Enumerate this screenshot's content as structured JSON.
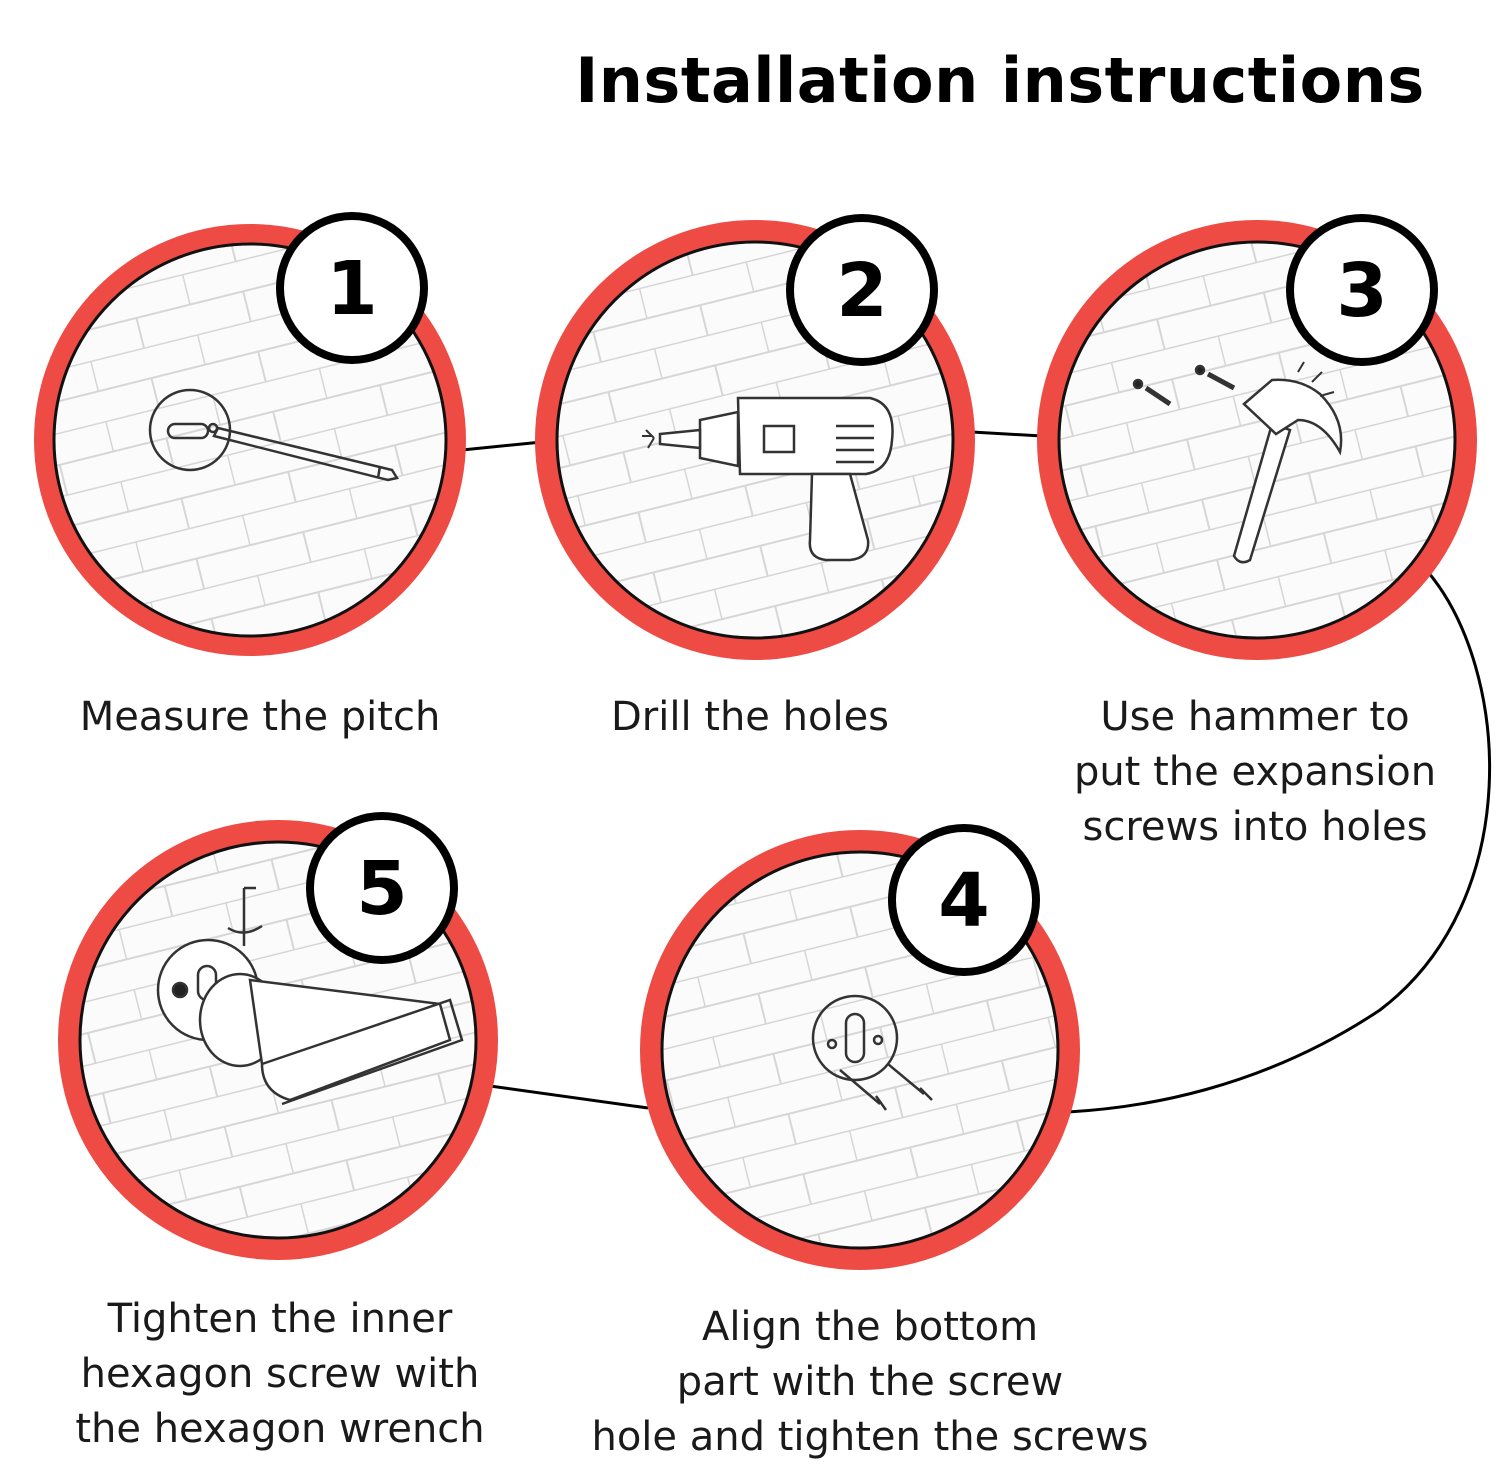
{
  "title": "Installation instructions",
  "colors": {
    "ring": "#ee4b45",
    "badge_stroke": "#000000",
    "wall_lines": "#d8d8d8",
    "connector": "#000000"
  },
  "steps": [
    {
      "number": "1",
      "icon": "pencil-marking-plate-icon",
      "caption_lines": [
        "Measure the pitch"
      ]
    },
    {
      "number": "2",
      "icon": "electric-drill-icon",
      "caption_lines": [
        "Drill the holes"
      ]
    },
    {
      "number": "3",
      "icon": "hammer-anchors-icon",
      "caption_lines": [
        "Use hammer to",
        "put the expansion",
        "screws into holes"
      ]
    },
    {
      "number": "4",
      "icon": "base-plate-screws-icon",
      "caption_lines": [
        "Align the bottom",
        "part with the screw",
        "hole and tighten the screws"
      ]
    },
    {
      "number": "5",
      "icon": "hex-wrench-bar-icon",
      "caption_lines": [
        "Tighten the inner",
        "hexagon screw with",
        "the hexagon wrench"
      ]
    }
  ]
}
